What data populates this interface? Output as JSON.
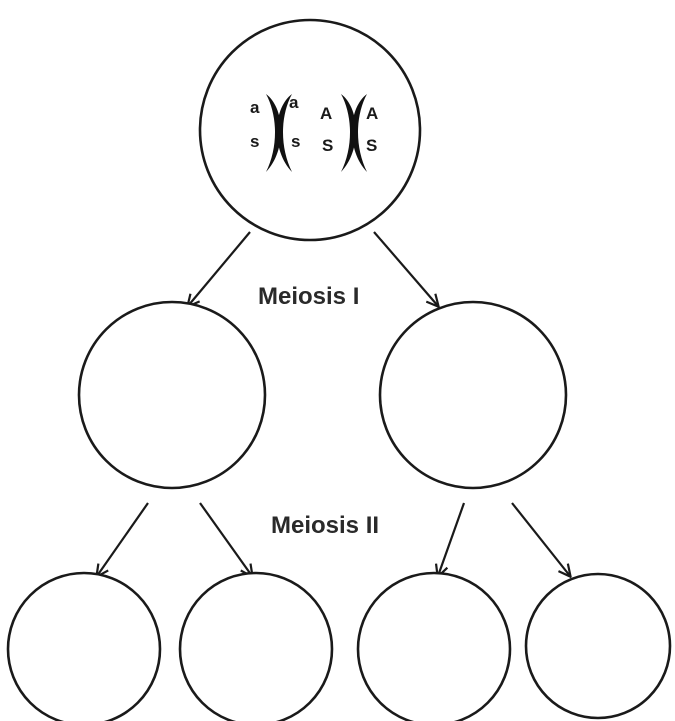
{
  "labels": {
    "meiosis_1": "Meiosis I",
    "meiosis_2": "Meiosis II"
  },
  "parent_cell": {
    "pair_1": {
      "left_top": "a",
      "left_bottom": "s",
      "right_top": "a",
      "right_bottom": "s"
    },
    "pair_2": {
      "left_top": "A",
      "left_bottom": "S",
      "right_top": "A",
      "right_bottom": "S"
    }
  },
  "colors": {
    "stroke": "#1a1a1a",
    "background": "#ffffff"
  }
}
